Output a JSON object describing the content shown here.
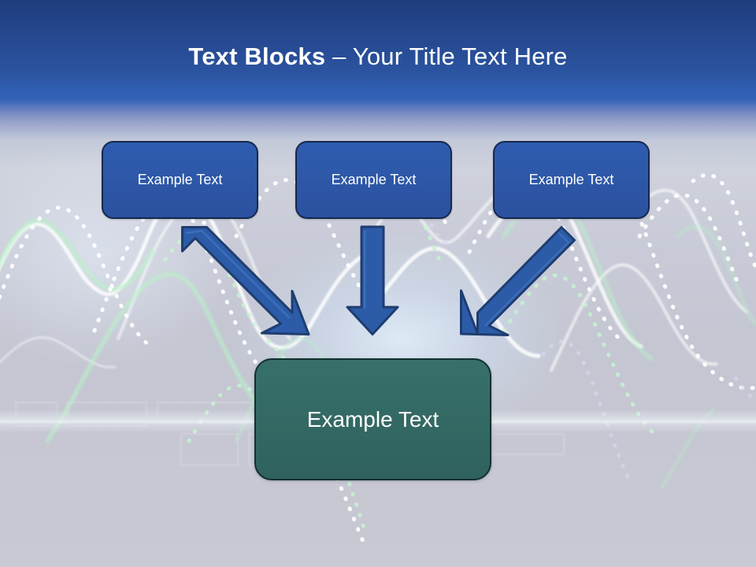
{
  "slide": {
    "title": {
      "strong": "Text Blocks",
      "separator": " – ",
      "light": "Your Title Text Here",
      "full": "Text Blocks – Your Title Text Here"
    },
    "theme": {
      "header_blue_top": "#1e3d7d",
      "header_blue_bottom": "#3163b8",
      "background_gray": "#c6c8d4",
      "box_blue_fill": "#2d57a6",
      "box_blue_border": "#16284c",
      "box_teal_fill": "#336863",
      "box_teal_border": "#12302f",
      "arrow_fill": "#2c5ba8",
      "arrow_border": "#1f3d70",
      "text_color": "#ffffff",
      "wave_white": "#ffffff",
      "wave_green": "#b6f0c4"
    },
    "top_boxes": [
      {
        "label": "Example Text"
      },
      {
        "label": "Example Text"
      },
      {
        "label": "Example Text"
      }
    ],
    "bottom_box": {
      "label": "Example Text"
    },
    "arrows": [
      {
        "name": "arrow-left-diagonal",
        "direction": "down-right"
      },
      {
        "name": "arrow-middle-vertical",
        "direction": "down"
      },
      {
        "name": "arrow-right-diagonal",
        "direction": "down-left"
      }
    ]
  }
}
